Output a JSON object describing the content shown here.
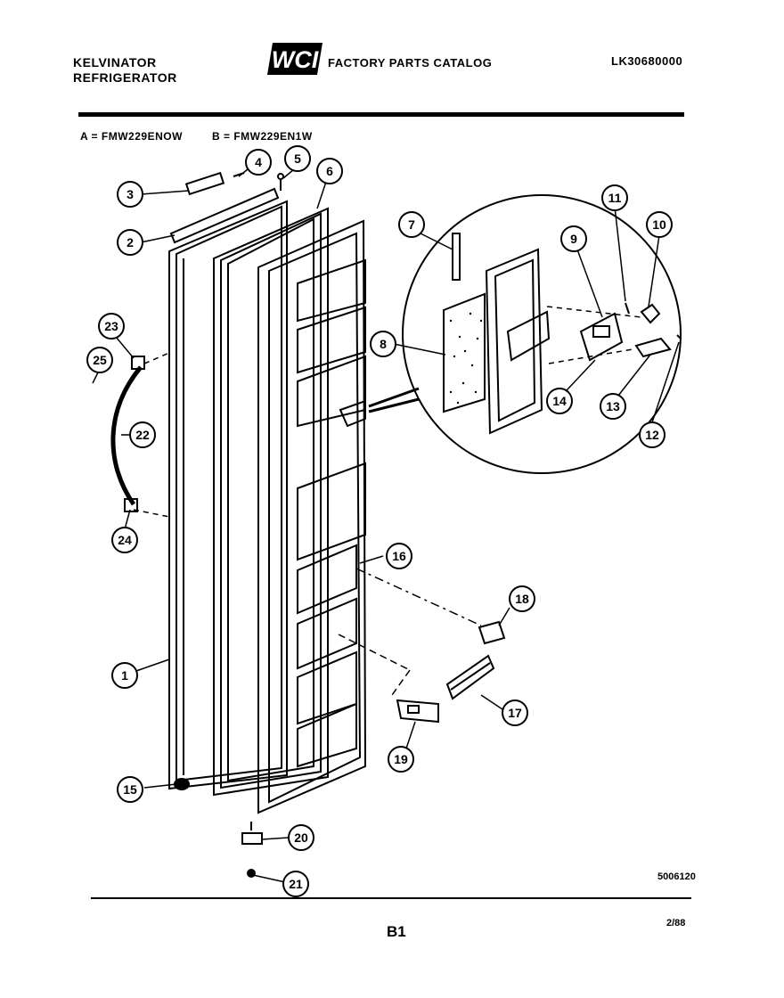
{
  "header": {
    "brand_line1": "KELVINATOR",
    "brand_line2": "REFRIGERATOR",
    "logo_text": "WCI",
    "catalog_title": "FACTORY PARTS CATALOG",
    "catalog_number": "LK30680000"
  },
  "models": {
    "a": "A = FMW229ENOW",
    "b": "B = FMW229EN1W"
  },
  "callouts": [
    "1",
    "2",
    "3",
    "4",
    "5",
    "6",
    "7",
    "8",
    "9",
    "10",
    "11",
    "12",
    "13",
    "14",
    "15",
    "16",
    "17",
    "18",
    "19",
    "20",
    "21",
    "22",
    "23",
    "24",
    "25"
  ],
  "footer": {
    "drawing_code": "5006120",
    "page": "B1",
    "date": "2/88"
  },
  "colors": {
    "ink": "#000000",
    "paper": "#ffffff"
  }
}
